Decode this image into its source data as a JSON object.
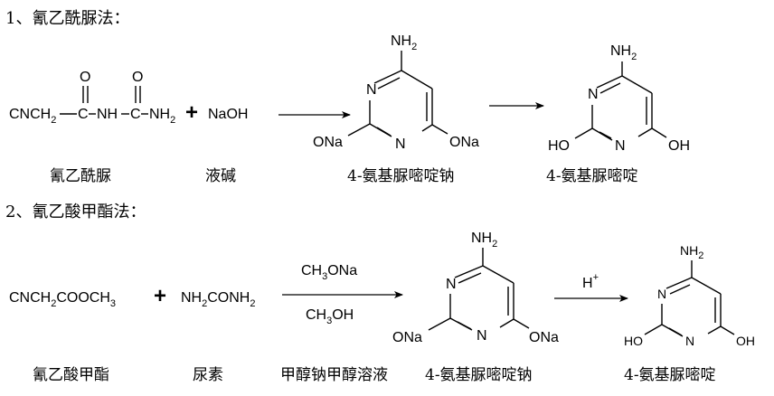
{
  "headings": {
    "method1": "1、氰乙酰脲法：",
    "method2": "2、氰乙酸甲酯法："
  },
  "atoms": {
    "N": "N",
    "NH": "NH",
    "NH2_main": "NH",
    "H2_sub": "2",
    "O": "O",
    "ONa": "ONa",
    "OH": "OH",
    "HO": "HO",
    "C": "C",
    "H": "H",
    "plus": "+"
  },
  "r1": {
    "cncH_prefix": "CNCH",
    "cncH_sub": "2",
    "reagent": "NaOH",
    "labels": {
      "reactant1": "氰乙酰脲",
      "reactant2": "液碱",
      "intermediate": "4-氨基脲嘧啶钠",
      "product": "4-氨基脲嘧啶"
    }
  },
  "r2": {
    "ester_p1": "CNCH",
    "ester_s1": "2",
    "ester_p2": "COOCH",
    "ester_s2": "3",
    "urea_p1": "NH",
    "urea_s1": "2",
    "urea_p2": "CONH",
    "urea_s2": "2",
    "cond_top_p1": "CH",
    "cond_top_s1": "3",
    "cond_top_p2": "ONa",
    "cond_bot_p1": "CH",
    "cond_bot_s1": "3",
    "cond_bot_p2": "OH",
    "acid": "H",
    "acid_sup": "+",
    "labels": {
      "reactant1": "氰乙酸甲酯",
      "reactant2": "尿素",
      "solvent": "甲醇钠甲醇溶液",
      "intermediate": "4-氨基脲嘧啶钠",
      "product": "4-氨基脲嘧啶"
    }
  }
}
